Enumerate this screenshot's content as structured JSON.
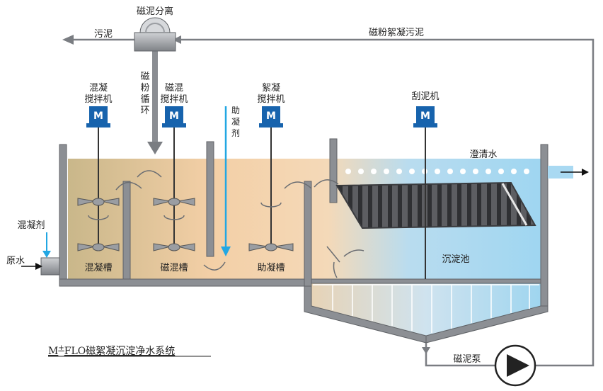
{
  "labels": {
    "separator": "磁泥分离",
    "sludge_out": "污泥",
    "return_sludge": "磁粉絮凝污泥",
    "mag_cycle": [
      "磁",
      "粉",
      "循",
      "环"
    ],
    "coag_mixer": [
      "混凝",
      "搅拌机"
    ],
    "mag_mixer": [
      "磁混",
      "搅拌机"
    ],
    "floc_mixer": [
      "絮凝",
      "搅拌机"
    ],
    "scraper": "刮泥机",
    "coag_aid": [
      "助",
      "凝",
      "剂"
    ],
    "clear_water": "澄清水",
    "coagulant": "混凝剂",
    "raw_water": "原水",
    "tank_coag": "混凝槽",
    "tank_mag": "磁混槽",
    "tank_aid": "助凝槽",
    "settling": "沉淀池",
    "sludge_pump": "磁泥泵",
    "motor": "M",
    "title_prefix": "M",
    "title_sup": "+",
    "title_main": "FLO磁絮凝沉淀净水系统"
  },
  "colors": {
    "wall": "#8c8f94",
    "wall_dark": "#5f6266",
    "motor": "#1763ad",
    "chem_arrow": "#22a7e3",
    "line": "#7a7d82"
  }
}
